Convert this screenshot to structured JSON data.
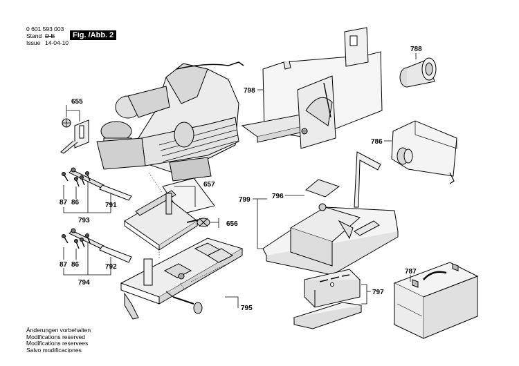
{
  "header": {
    "doc_number": "0 601 593 003",
    "stand_label": "Stand",
    "stand_value": "D E",
    "issue_label": "Issue",
    "issue_value": "14-04-10",
    "figure_label": "Fig. /Abb. 2"
  },
  "parts": [
    {
      "id": "655",
      "label": "655"
    },
    {
      "id": "657",
      "label": "657"
    },
    {
      "id": "656",
      "label": "656"
    },
    {
      "id": "87a",
      "label": "87"
    },
    {
      "id": "86a",
      "label": "86"
    },
    {
      "id": "791",
      "label": "791"
    },
    {
      "id": "793",
      "label": "793"
    },
    {
      "id": "87b",
      "label": "87"
    },
    {
      "id": "86b",
      "label": "86"
    },
    {
      "id": "792",
      "label": "792"
    },
    {
      "id": "794",
      "label": "794"
    },
    {
      "id": "795",
      "label": "795"
    },
    {
      "id": "798",
      "label": "798"
    },
    {
      "id": "788",
      "label": "788"
    },
    {
      "id": "786",
      "label": "786"
    },
    {
      "id": "799",
      "label": "799"
    },
    {
      "id": "796",
      "label": "796"
    },
    {
      "id": "787",
      "label": "787"
    },
    {
      "id": "797",
      "label": "797"
    }
  ],
  "footer": {
    "lines": [
      "Änderungen vorbehalten",
      "Modifications reserved",
      "Modifications reservees",
      "Salvo modificaciones"
    ]
  }
}
